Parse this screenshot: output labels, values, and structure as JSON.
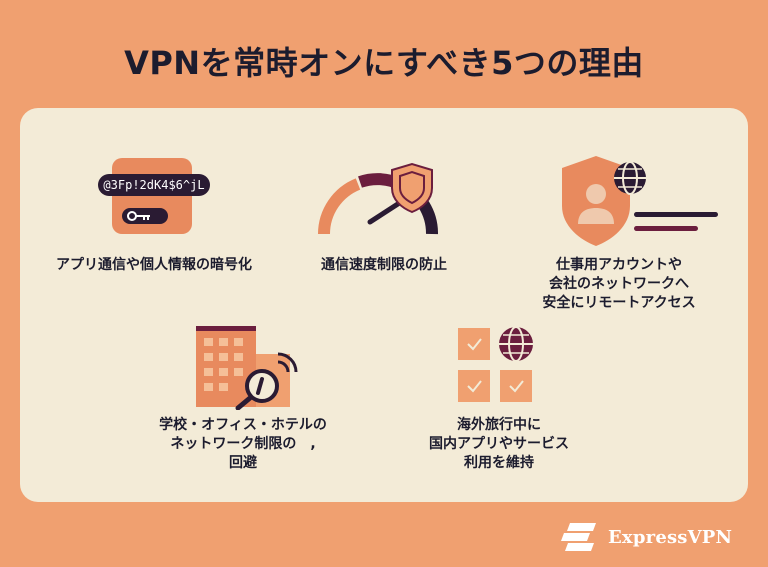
{
  "title": "VPNを常時オンにすべき5つの理由",
  "icons": {
    "encryption": "encrypted-bubble-key-icon",
    "speed": "speedometer-shield-icon",
    "remote": "shield-user-globe-icon",
    "school": "hotel-building-wifi-icon",
    "travel": "checklist-globe-icon"
  },
  "encrypted_text": "@3Fp!2dK4$6^jL",
  "reasons": [
    {
      "label": "アプリ通信や個人情報の暗号化"
    },
    {
      "label": "通信速度制限の防止"
    },
    {
      "label": "仕事用アカウントや\n会社のネットワークへ\n安全にリモートアクセス"
    },
    {
      "label": "学校・オフィス・ホテルの\nネットワーク制限の　,\n回避"
    },
    {
      "label": "海外旅行中に\n国内アプリやサービス\n利用を維持"
    }
  ],
  "brand": {
    "name": "ExpressVPN"
  },
  "colors": {
    "background": "#f0a070",
    "card": "#f3ebd7",
    "dark": "#1c1c2e",
    "accent": "#e88a5e",
    "plum": "#6b1e3e"
  }
}
